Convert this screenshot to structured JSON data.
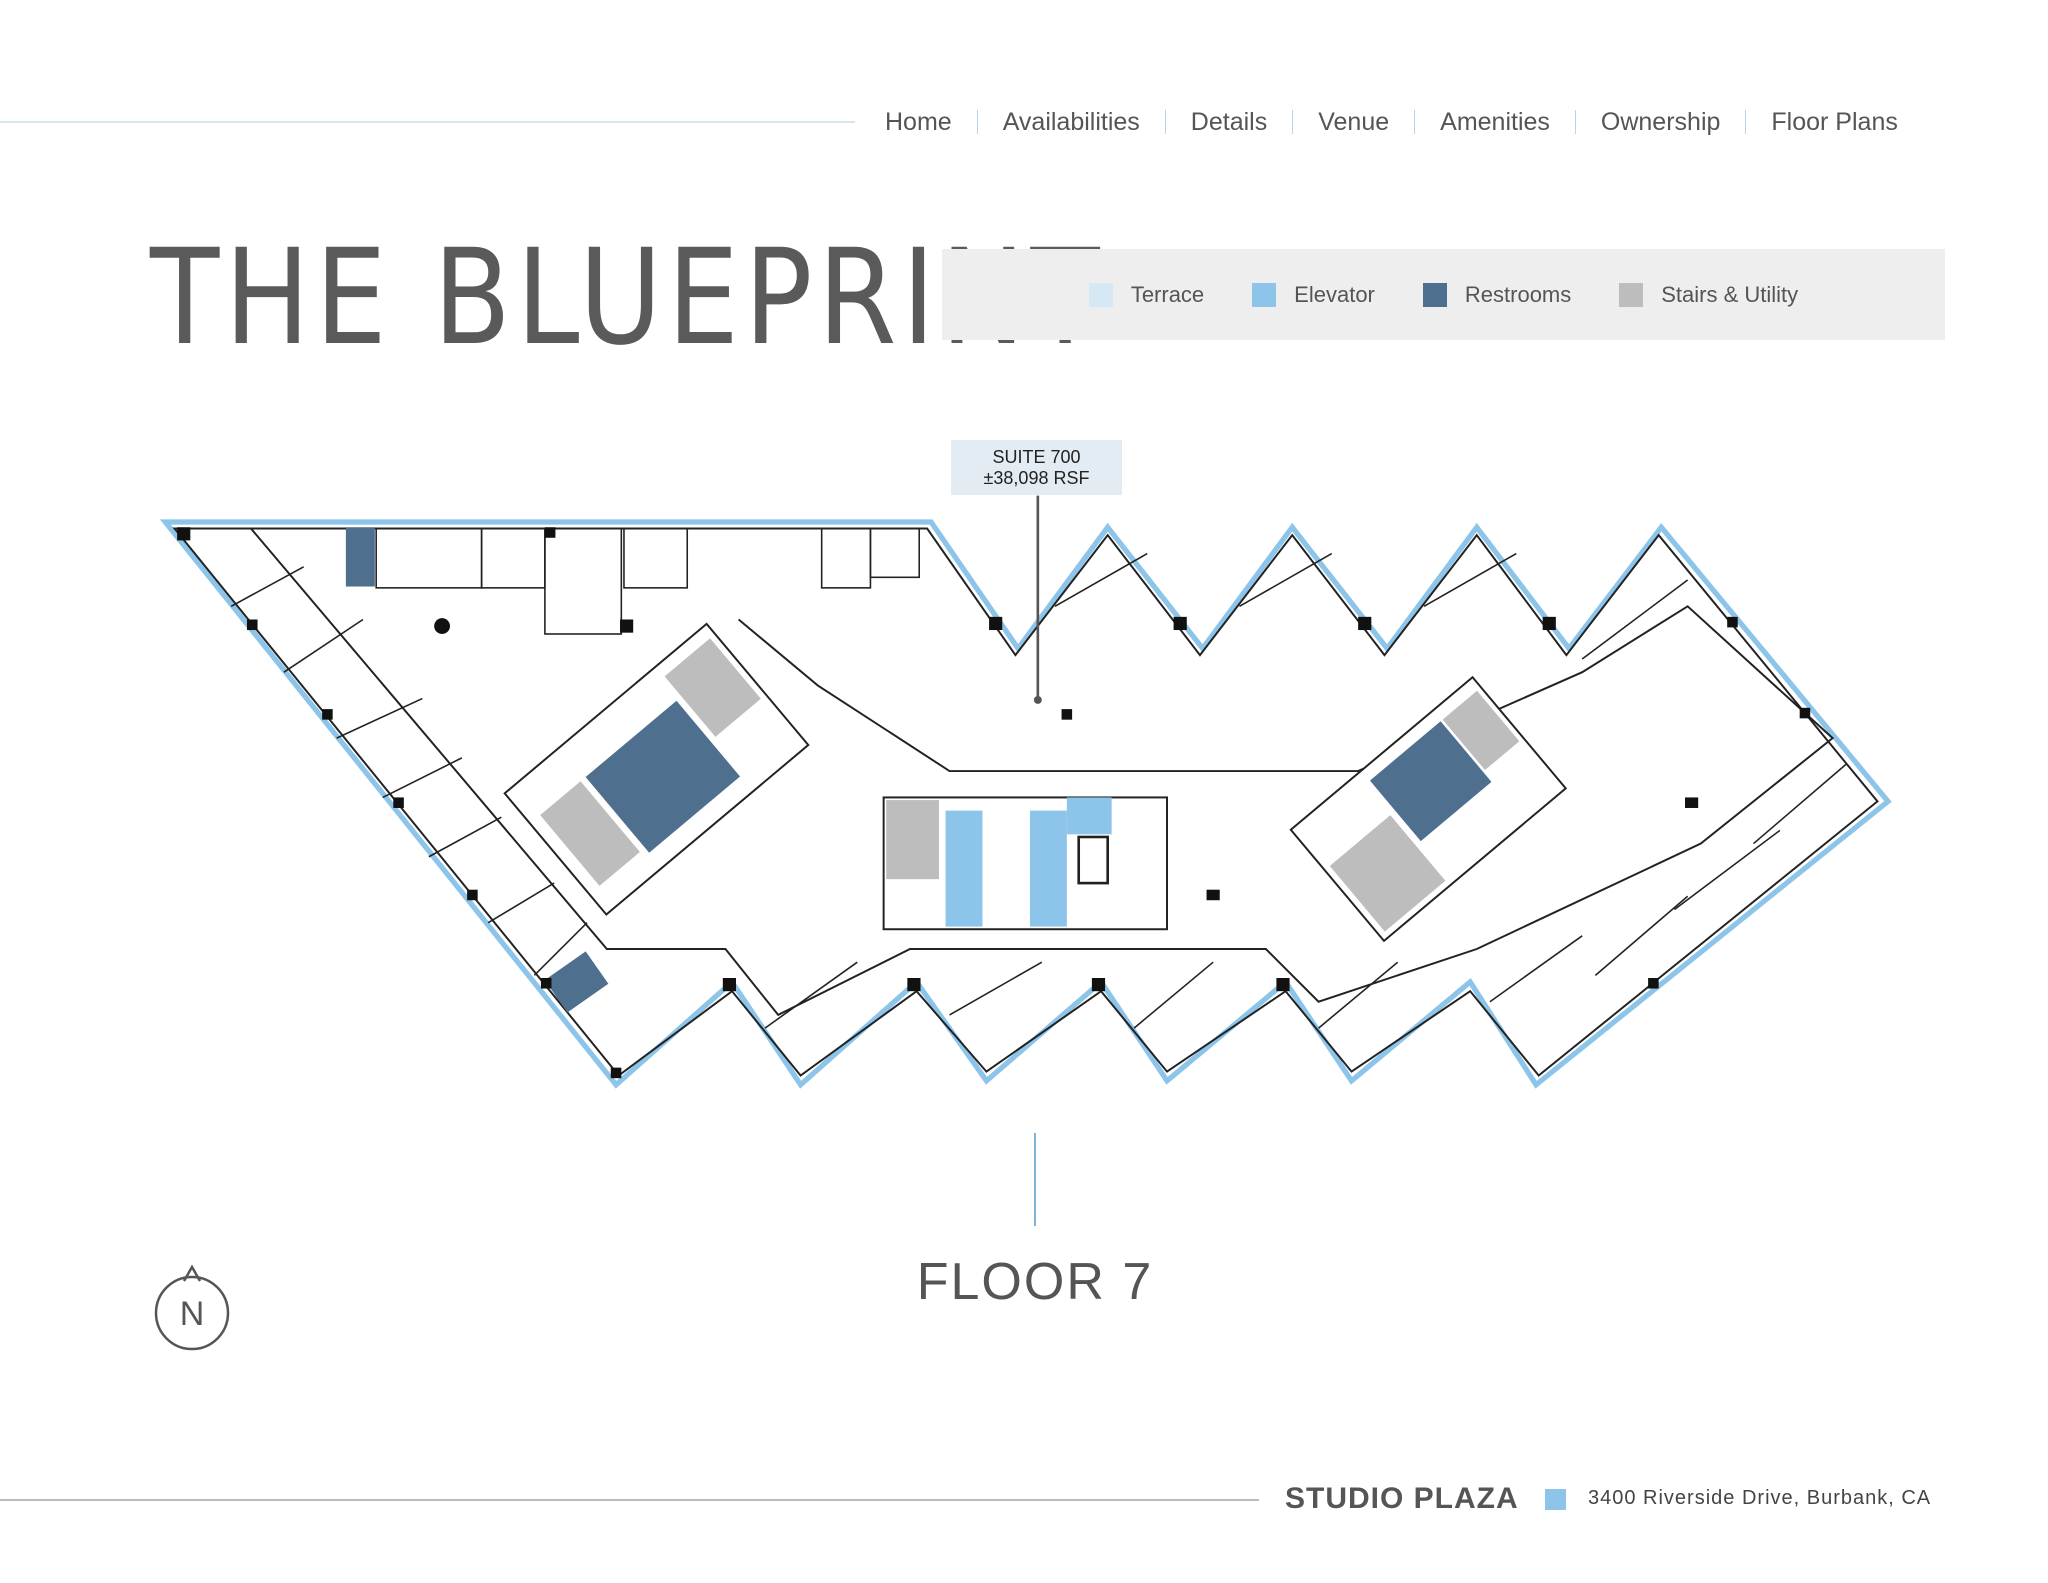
{
  "nav": {
    "items": [
      "Home",
      "Availabilities",
      "Details",
      "Venue",
      "Amenities",
      "Ownership",
      "Floor Plans"
    ]
  },
  "header": {
    "title": "THE BLUEPRINT"
  },
  "legend": {
    "items": [
      {
        "label": "Terrace",
        "color": "#d6e8f4"
      },
      {
        "label": "Elevator",
        "color": "#8cc4ea"
      },
      {
        "label": "Restrooms",
        "color": "#4f6f8f"
      },
      {
        "label": "Stairs & Utility",
        "color": "#bdbdbd"
      }
    ]
  },
  "suite": {
    "name": "SUITE 700",
    "area": "±38,098 RSF"
  },
  "floor": {
    "label": "FLOOR 7"
  },
  "compass": {
    "label": "N"
  },
  "footer": {
    "brand": "STUDIO PLAZA",
    "address": "3400 Riverside Drive, Burbank, CA",
    "accent": "#8cc4ea"
  }
}
